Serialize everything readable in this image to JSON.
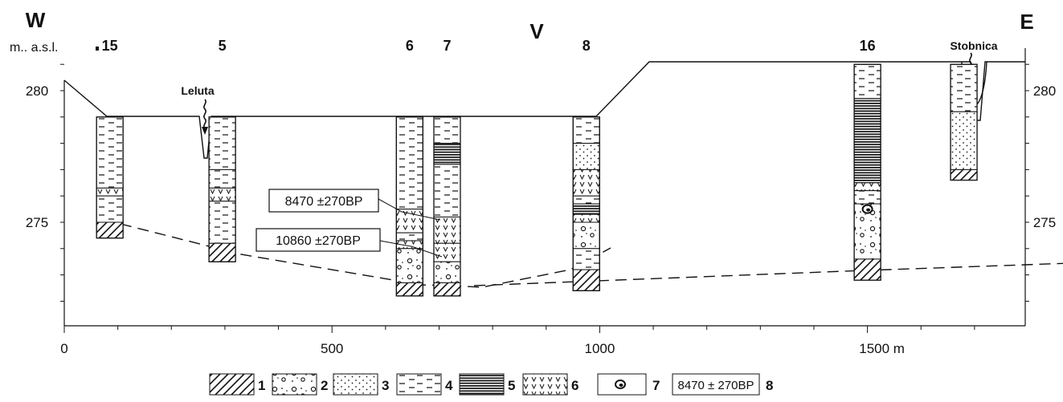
{
  "header": {
    "west": "W",
    "east": "E",
    "center_mark": "V",
    "y_unit": "m.. a.s.l."
  },
  "rivers": [
    {
      "name": "Leluta"
    },
    {
      "name": "Stobnica"
    }
  ],
  "y_ticks": [
    "280",
    "275"
  ],
  "x_ticks": [
    "0",
    "500",
    "1000",
    "1500 m"
  ],
  "boreholes": [
    {
      "id": "15",
      "x_m": 85,
      "top_m": 279.0,
      "base_m": 274.4,
      "layers": [
        {
          "type": 4,
          "from": 279.0,
          "to": 276.3
        },
        {
          "type": 6,
          "from": 276.3,
          "to": 276.0
        },
        {
          "type": 4,
          "from": 276.0,
          "to": 275.0
        },
        {
          "type": 1,
          "from": 275.0,
          "to": 274.4
        }
      ]
    },
    {
      "id": "5",
      "x_m": 295,
      "top_m": 279.0,
      "base_m": 273.5,
      "layers": [
        {
          "type": 4,
          "from": 279.0,
          "to": 277.0
        },
        {
          "type": 4,
          "from": 277.0,
          "to": 276.3
        },
        {
          "type": 6,
          "from": 276.3,
          "to": 275.8
        },
        {
          "type": 4,
          "from": 275.8,
          "to": 274.2
        },
        {
          "type": 1,
          "from": 274.2,
          "to": 273.5
        }
      ]
    },
    {
      "id": "6",
      "x_m": 645,
      "top_m": 279.0,
      "base_m": 272.2,
      "layers": [
        {
          "type": 4,
          "from": 279.0,
          "to": 275.5
        },
        {
          "type": 6,
          "from": 275.5,
          "to": 274.6
        },
        {
          "type": 4,
          "from": 274.6,
          "to": 274.3
        },
        {
          "type": 6,
          "from": 274.3,
          "to": 274.0
        },
        {
          "type": 2,
          "from": 274.0,
          "to": 272.7
        },
        {
          "type": 1,
          "from": 272.7,
          "to": 272.2
        }
      ]
    },
    {
      "id": "7",
      "x_m": 715,
      "top_m": 279.0,
      "base_m": 272.2,
      "layers": [
        {
          "type": 4,
          "from": 279.0,
          "to": 278.0
        },
        {
          "type": 5,
          "from": 278.0,
          "to": 277.2
        },
        {
          "type": 4,
          "from": 277.2,
          "to": 275.2
        },
        {
          "type": 6,
          "from": 275.2,
          "to": 274.2
        },
        {
          "type": 6,
          "from": 274.2,
          "to": 273.5
        },
        {
          "type": 2,
          "from": 273.5,
          "to": 272.7
        },
        {
          "type": 1,
          "from": 272.7,
          "to": 272.2
        }
      ]
    },
    {
      "id": "8",
      "x_m": 975,
      "top_m": 279.0,
      "base_m": 272.4,
      "layers": [
        {
          "type": 4,
          "from": 279.0,
          "to": 278.0
        },
        {
          "type": 3,
          "from": 278.0,
          "to": 277.0
        },
        {
          "type": 6,
          "from": 277.0,
          "to": 276.0
        },
        {
          "type": 4,
          "from": 276.0,
          "to": 275.7
        },
        {
          "type": 5,
          "from": 275.7,
          "to": 275.3
        },
        {
          "type": 6,
          "from": 275.3,
          "to": 275.0
        },
        {
          "type": 2,
          "from": 275.0,
          "to": 274.0
        },
        {
          "type": 4,
          "from": 274.0,
          "to": 273.2
        },
        {
          "type": 1,
          "from": 273.2,
          "to": 272.4
        }
      ]
    },
    {
      "id": "16",
      "x_m": 1500,
      "top_m": 281.0,
      "base_m": 272.8,
      "layers": [
        {
          "type": 4,
          "from": 281.0,
          "to": 279.7
        },
        {
          "type": 5,
          "from": 279.7,
          "to": 276.5
        },
        {
          "type": 6,
          "from": 276.5,
          "to": 276.2
        },
        {
          "type": 4,
          "from": 276.2,
          "to": 275.7
        },
        {
          "type": 2,
          "from": 275.7,
          "to": 273.6
        },
        {
          "type": 1,
          "from": 273.6,
          "to": 272.8
        }
      ]
    },
    {
      "id": "",
      "x_m": 1680,
      "top_m": 281.0,
      "base_m": 276.6,
      "layers": [
        {
          "type": 4,
          "from": 281.0,
          "to": 279.2
        },
        {
          "type": 3,
          "from": 279.2,
          "to": 277.0
        },
        {
          "type": 1,
          "from": 277.0,
          "to": 276.6
        }
      ]
    }
  ],
  "gyttja_marker": {
    "borehole": "16",
    "at_m": 275.5
  },
  "dates": [
    {
      "text": "8470 ±270BP"
    },
    {
      "text": "10860 ±270BP"
    }
  ],
  "legend": [
    {
      "num": "1",
      "pattern": 1,
      "meaning": ""
    },
    {
      "num": "2",
      "pattern": 2,
      "meaning": ""
    },
    {
      "num": "3",
      "pattern": 3,
      "meaning": ""
    },
    {
      "num": "4",
      "pattern": 4,
      "meaning": ""
    },
    {
      "num": "5",
      "pattern": 5,
      "meaning": ""
    },
    {
      "num": "6",
      "pattern": 6,
      "meaning": ""
    },
    {
      "num": "7",
      "pattern": 7,
      "meaning": ""
    },
    {
      "num": "8",
      "pattern": 8,
      "sample": "8470 ± 270BP"
    }
  ]
}
